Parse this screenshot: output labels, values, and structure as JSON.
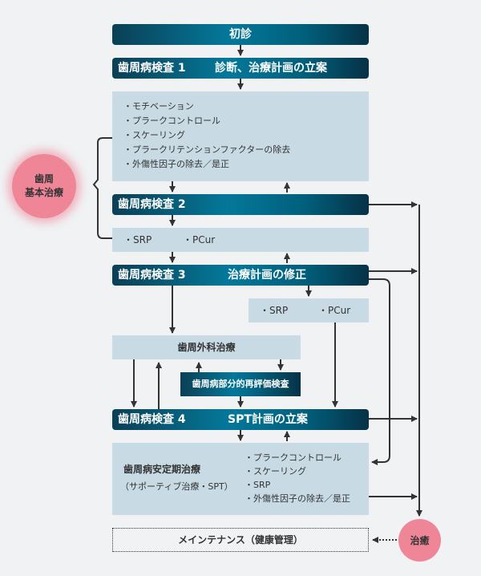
{
  "diagram": {
    "first_visit": "初診",
    "exam1": {
      "label": "歯周病検査 1",
      "sub": "診断、治療計画の立案"
    },
    "basic_items": [
      "・モチベーション",
      "・プラークコントロール",
      "・スケーリング",
      "・プラークリテンションファクターの除去",
      "・外傷性因子の除去／是正"
    ],
    "exam2": {
      "label": "歯周病検査 2"
    },
    "srp_box1": {
      "a": "・SRP",
      "b": "・PCur"
    },
    "exam3": {
      "label": "歯周病検査 3",
      "sub": "治療計画の修正"
    },
    "srp_box2": {
      "a": "・SRP",
      "b": "・PCur"
    },
    "surgery": "歯周外科治療",
    "partial_reeval": "歯周病部分的再評価検査",
    "exam4": {
      "label": "歯周病検査 4",
      "sub": "SPT計画の立案"
    },
    "spt": {
      "title": "歯周病安定期治療",
      "subtitle": "（サポーティブ治療・SPT）",
      "items": [
        "・プラークコントロール",
        "・スケーリング",
        "・SRP",
        "・外傷性因子の除去／是正"
      ]
    },
    "maintenance": "メインテナンス（健康管理）",
    "basic_treatment_circle": [
      "歯周",
      "基本治療"
    ],
    "healed_circle": "治癒",
    "colors": {
      "bar_dark": "#0b3f55",
      "bar_light": "#04789a",
      "light_box": "#c8dbe4",
      "pink": "#ee8698",
      "background": "#f0f2f4"
    }
  }
}
